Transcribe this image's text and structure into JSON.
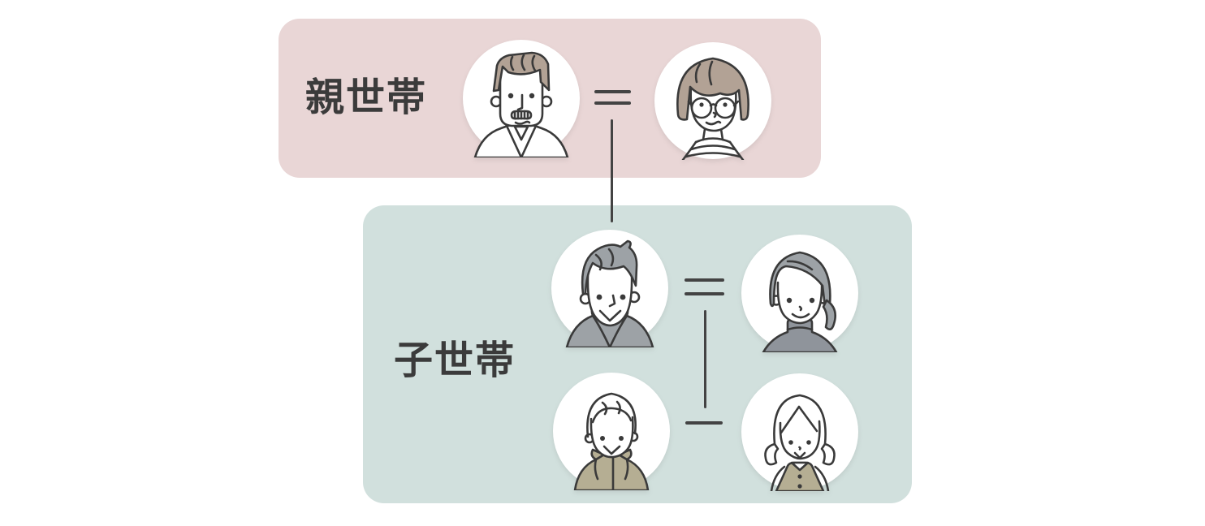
{
  "parent_household": {
    "label": "親世帯",
    "members": [
      "grandfather-avatar",
      "grandmother-avatar"
    ],
    "connector": "equals-marriage-connector"
  },
  "child_household": {
    "label": "子世帯",
    "members": [
      "father-avatar",
      "mother-avatar",
      "son-avatar",
      "daughter-avatar"
    ],
    "connector": "equals-marriage-connector"
  },
  "connectors": {
    "parent_marriage": "equals-sign-connector",
    "parent_to_child": "vertical-descent-line",
    "child_marriage": "equals-sign-connector",
    "child_descent": "vertical-descent-line",
    "sibling_link": "horizontal-sibling-line"
  },
  "colors": {
    "parent_box_bg": "#e9d6d6",
    "child_box_bg": "#d1e0dd",
    "line": "#434343",
    "text": "#3b3b3b",
    "ink": "#3a3a3a",
    "hair_brown": "#b2a295",
    "hair_gray": "#9da2a6",
    "clothes_gray": "#8f949b",
    "clothes_khaki": "#b5ae93",
    "avatar_bg": "#ffffff"
  }
}
